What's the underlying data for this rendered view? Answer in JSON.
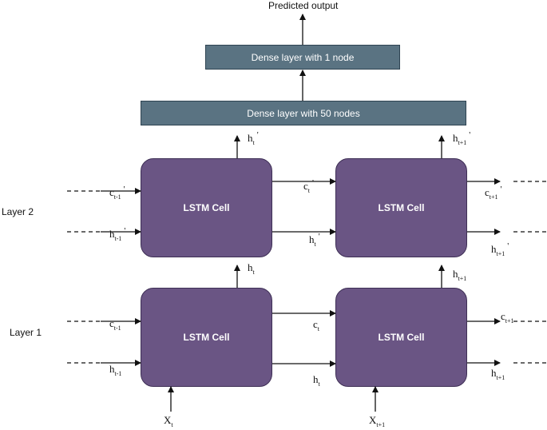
{
  "output_label": "Predicted output",
  "dense_top": "Dense layer with 1 node",
  "dense_bottom": "Dense layer with 50 nodes",
  "layer2": "Layer 2",
  "layer1": "Layer 1",
  "cell_label": "LSTM Cell",
  "signals": {
    "h_t_p": {
      "base": "h",
      "sub": "t",
      "prime": "'"
    },
    "h_t1_p": {
      "base": "h",
      "sub": "t+1",
      "prime": "'"
    },
    "c_tm1_p": {
      "base": "c",
      "sub": "t-1",
      "prime": "'"
    },
    "h_tm1_p": {
      "base": "h",
      "sub": "t-1",
      "prime": "'"
    },
    "c_t_p": {
      "base": "c",
      "sub": "t",
      "prime": "'"
    },
    "h_t_p2": {
      "base": "h",
      "sub": "t",
      "prime": "'"
    },
    "c_t1_p": {
      "base": "c",
      "sub": "t+1",
      "prime": "'"
    },
    "h_t1_p2": {
      "base": "h",
      "sub": "t+1",
      "prime": "'"
    },
    "h_t": {
      "base": "h",
      "sub": "t",
      "prime": ""
    },
    "h_t1": {
      "base": "h",
      "sub": "t+1",
      "prime": ""
    },
    "c_tm1": {
      "base": "c",
      "sub": "t-1",
      "prime": ""
    },
    "h_tm1": {
      "base": "h",
      "sub": "t-1",
      "prime": ""
    },
    "c_t": {
      "base": "c",
      "sub": "t",
      "prime": ""
    },
    "h_t2": {
      "base": "h",
      "sub": "t",
      "prime": ""
    },
    "c_t1": {
      "base": "c",
      "sub": "t+1",
      "prime": ""
    },
    "h_t1b": {
      "base": "h",
      "sub": "t+1",
      "prime": ""
    },
    "x_t": {
      "base": "X",
      "sub": "t",
      "prime": ""
    },
    "x_t1": {
      "base": "X",
      "sub": "t+1",
      "prime": ""
    }
  }
}
